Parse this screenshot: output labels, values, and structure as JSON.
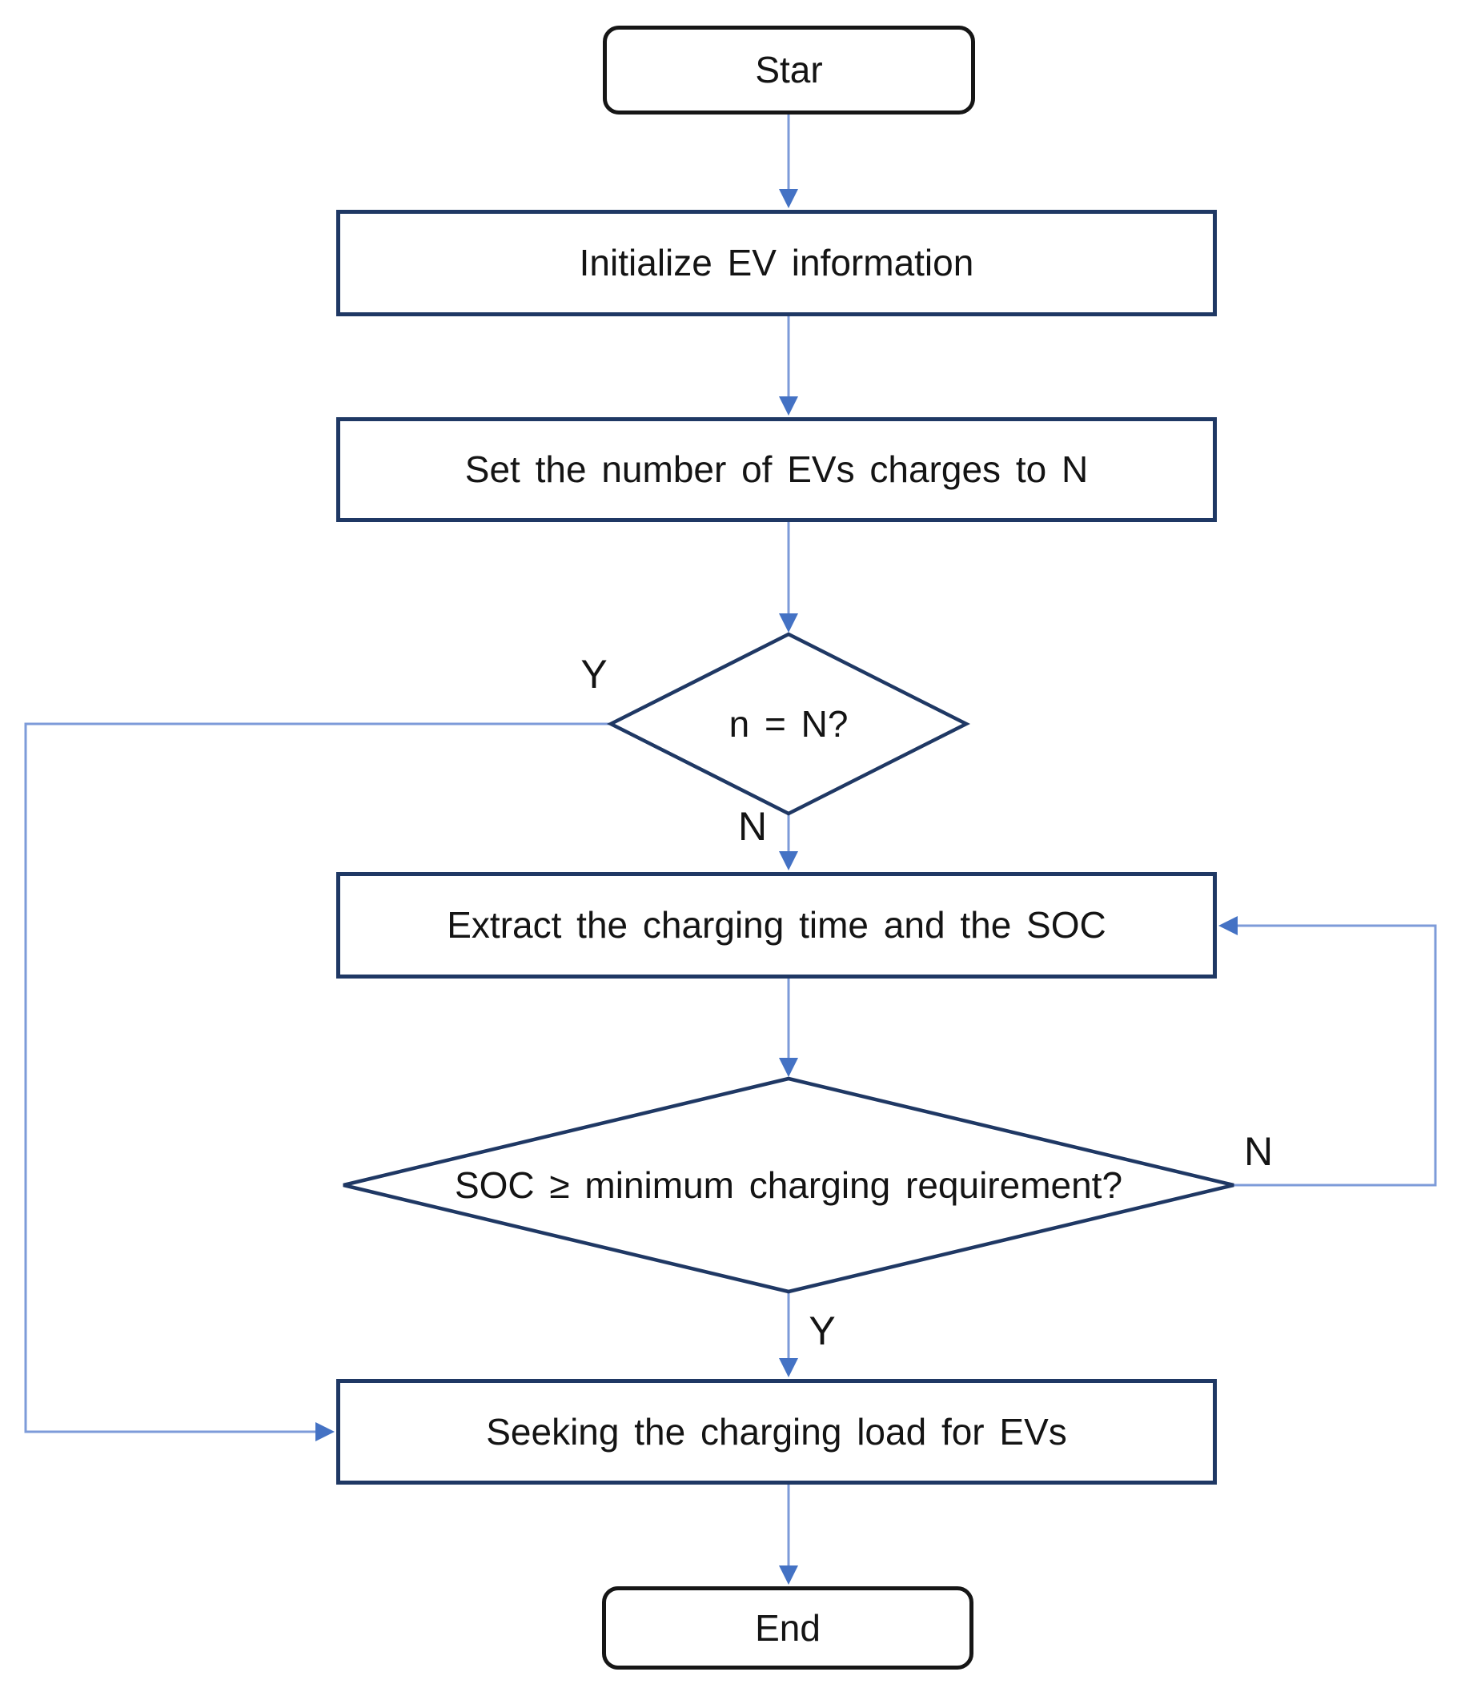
{
  "flowchart": {
    "nodes": {
      "start": {
        "label": "Star",
        "shape": "rounded-terminal"
      },
      "init": {
        "label": "Initialize EV information",
        "shape": "process"
      },
      "set_n": {
        "label": "Set the number of EVs charges to N",
        "shape": "process"
      },
      "check_n": {
        "label": "n = N?",
        "shape": "decision"
      },
      "extract": {
        "label": "Extract the charging time and the SOC",
        "shape": "process"
      },
      "check_soc": {
        "label": "SOC ≥ minimum charging requirement?",
        "shape": "decision"
      },
      "seek": {
        "label": "Seeking the charging load for EVs",
        "shape": "process"
      },
      "end": {
        "label": "End",
        "shape": "rounded-terminal"
      }
    },
    "edge_labels": {
      "check_n_yes": "Y",
      "check_n_no": "N",
      "check_soc_no": "N",
      "check_soc_yes": "Y"
    },
    "edges": [
      {
        "from": "start",
        "to": "init"
      },
      {
        "from": "init",
        "to": "set_n"
      },
      {
        "from": "set_n",
        "to": "check_n"
      },
      {
        "from": "check_n",
        "to": "seek",
        "label": "Y"
      },
      {
        "from": "check_n",
        "to": "extract",
        "label": "N"
      },
      {
        "from": "extract",
        "to": "check_soc"
      },
      {
        "from": "check_soc",
        "to": "extract",
        "label": "N"
      },
      {
        "from": "check_soc",
        "to": "seek",
        "label": "Y"
      },
      {
        "from": "seek",
        "to": "end"
      }
    ],
    "colors": {
      "connector_line": "#7d9bd9",
      "arrowhead": "#4472c4",
      "process_border": "#1f3864",
      "terminal_border": "#161616",
      "text": "#141414",
      "background": "#ffffff"
    }
  }
}
